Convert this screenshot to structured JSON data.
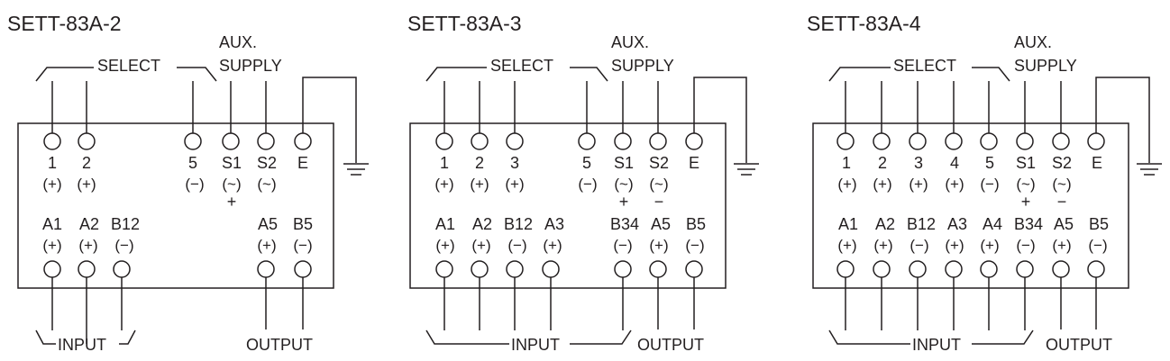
{
  "labels": {
    "select": "SELECT",
    "aux_line1": "AUX.",
    "aux_line2": "SUPPLY",
    "input": "INPUT",
    "output": "OUTPUT",
    "earth_symbol": "earth-ground-icon"
  },
  "diagrams": [
    {
      "title": "SETT-83A-2",
      "top_terminals": [
        {
          "id": "1",
          "polarity": "(+)",
          "sub": ""
        },
        {
          "id": "2",
          "polarity": "(+)",
          "sub": ""
        },
        {
          "id": "5",
          "polarity": "(−)",
          "sub": ""
        },
        {
          "id": "S1",
          "polarity": "(~)",
          "sub": "+"
        },
        {
          "id": "S2",
          "polarity": "(~)",
          "sub": ""
        },
        {
          "id": "E",
          "polarity": "",
          "sub": ""
        }
      ],
      "bottom_terminals": [
        {
          "id": "A1",
          "polarity": "(+)"
        },
        {
          "id": "A2",
          "polarity": "(+)"
        },
        {
          "id": "B12",
          "polarity": "(−)"
        },
        {
          "id": "A5",
          "polarity": "(+)"
        },
        {
          "id": "B5",
          "polarity": "(−)"
        }
      ]
    },
    {
      "title": "SETT-83A-3",
      "top_terminals": [
        {
          "id": "1",
          "polarity": "(+)",
          "sub": ""
        },
        {
          "id": "2",
          "polarity": "(+)",
          "sub": ""
        },
        {
          "id": "3",
          "polarity": "(+)",
          "sub": ""
        },
        {
          "id": "5",
          "polarity": "(−)",
          "sub": ""
        },
        {
          "id": "S1",
          "polarity": "(~)",
          "sub": "+"
        },
        {
          "id": "S2",
          "polarity": "(~)",
          "sub": "−"
        },
        {
          "id": "E",
          "polarity": "",
          "sub": ""
        }
      ],
      "bottom_terminals": [
        {
          "id": "A1",
          "polarity": "(+)"
        },
        {
          "id": "A2",
          "polarity": "(+)"
        },
        {
          "id": "B12",
          "polarity": "(−)"
        },
        {
          "id": "A3",
          "polarity": "(+)"
        },
        {
          "id": "B34",
          "polarity": "(−)"
        },
        {
          "id": "A5",
          "polarity": "(+)"
        },
        {
          "id": "B5",
          "polarity": "(−)"
        }
      ]
    },
    {
      "title": "SETT-83A-4",
      "top_terminals": [
        {
          "id": "1",
          "polarity": "(+)",
          "sub": ""
        },
        {
          "id": "2",
          "polarity": "(+)",
          "sub": ""
        },
        {
          "id": "3",
          "polarity": "(+)",
          "sub": ""
        },
        {
          "id": "4",
          "polarity": "(+)",
          "sub": ""
        },
        {
          "id": "5",
          "polarity": "(−)",
          "sub": ""
        },
        {
          "id": "S1",
          "polarity": "(~)",
          "sub": "+"
        },
        {
          "id": "S2",
          "polarity": "(~)",
          "sub": "−"
        },
        {
          "id": "E",
          "polarity": "",
          "sub": ""
        }
      ],
      "bottom_terminals": [
        {
          "id": "A1",
          "polarity": "(+)"
        },
        {
          "id": "A2",
          "polarity": "(+)"
        },
        {
          "id": "B12",
          "polarity": "(−)"
        },
        {
          "id": "A3",
          "polarity": "(+)"
        },
        {
          "id": "A4",
          "polarity": "(+)"
        },
        {
          "id": "B34",
          "polarity": "(−)"
        },
        {
          "id": "A5",
          "polarity": "(+)"
        },
        {
          "id": "B5",
          "polarity": "(−)"
        }
      ]
    }
  ]
}
